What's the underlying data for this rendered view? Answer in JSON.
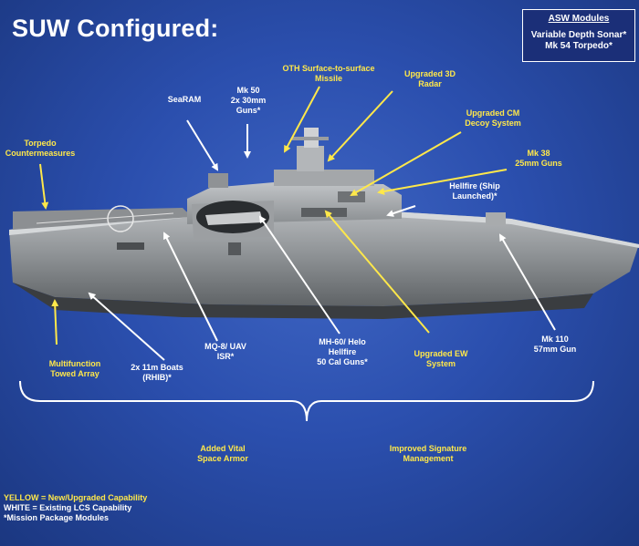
{
  "title": "SUW Configured:",
  "asw_modules": {
    "heading": "ASW Modules",
    "line1": "Variable Depth Sonar*",
    "line2": "Mk 54 Torpedo*"
  },
  "labels": {
    "seeram": "SeaRAM",
    "mk50": "Mk 50\n2x 30mm\nGuns*",
    "oth": "OTH Surface-to-surface\nMissile",
    "radar": "Upgraded 3D\nRadar",
    "cm_decoy": "Upgraded CM\nDecoy System",
    "mk38": "Mk 38\n25mm Guns",
    "hellfire": "Hellfire (Ship\nLaunched)*",
    "torpedo_cm": "Torpedo\nCountermeasures",
    "towed_array": "Multifunction\nTowed Array",
    "boats": "2x 11m Boats\n(RHIB)*",
    "uav": "MQ-8/ UAV\nISR*",
    "helo": "MH-60/ Helo\nHellfire\n50 Cal Guns*",
    "ew": "Upgraded EW\nSystem",
    "mk110": "Mk 110\n57mm Gun",
    "space_armor": "Added Vital\nSpace Armor",
    "signature": "Improved Signature\nManagement"
  },
  "legend": {
    "yellow": "YELLOW = New/Upgraded Capability",
    "white": "WHITE = Existing LCS Capability",
    "mission": "*Mission Package Modules"
  },
  "colors": {
    "yellow": "#ffe84a",
    "white": "#ffffff",
    "background": "#2b4fae"
  }
}
